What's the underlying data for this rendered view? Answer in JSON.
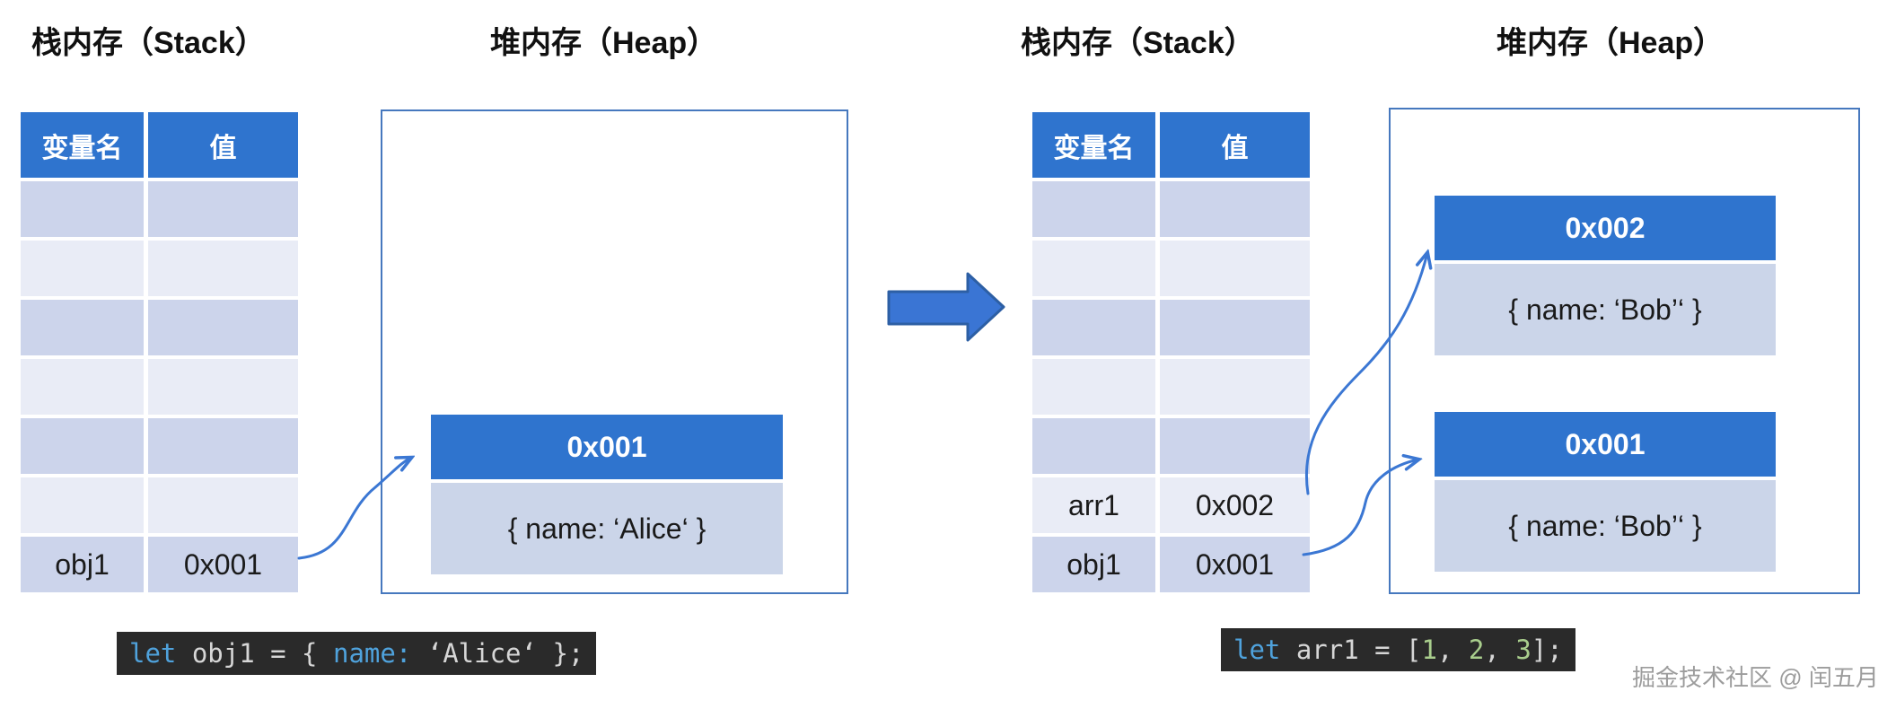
{
  "left_panel": {
    "stack_title": "栈内存（Stack）",
    "heap_title": "堆内存（Heap）",
    "stack_table": {
      "headers": [
        "变量名",
        "值"
      ],
      "rows": [
        {
          "name": "",
          "value": ""
        },
        {
          "name": "",
          "value": ""
        },
        {
          "name": "",
          "value": ""
        },
        {
          "name": "",
          "value": ""
        },
        {
          "name": "",
          "value": ""
        },
        {
          "name": "",
          "value": ""
        },
        {
          "name": "obj1",
          "value": "0x001"
        }
      ]
    },
    "heap_blocks": [
      {
        "address": "0x001",
        "content": "{ name: ‘Alice‘ }"
      }
    ],
    "code": {
      "text": "let obj1 = { name: ‘Alice‘ };",
      "tokens": [
        {
          "text": "let ",
          "color": "#4FA2DC"
        },
        {
          "text": "obj1 = { ",
          "color": "#D6D6D6"
        },
        {
          "text": "name: ",
          "color": "#4FA2DC"
        },
        {
          "text": "‘Alice‘ ",
          "color": "#D6D6D6"
        },
        {
          "text": "};",
          "color": "#D6D6D6"
        }
      ]
    }
  },
  "right_panel": {
    "stack_title": "栈内存（Stack）",
    "heap_title": "堆内存（Heap）",
    "stack_table": {
      "headers": [
        "变量名",
        "值"
      ],
      "rows": [
        {
          "name": "",
          "value": ""
        },
        {
          "name": "",
          "value": ""
        },
        {
          "name": "",
          "value": ""
        },
        {
          "name": "",
          "value": ""
        },
        {
          "name": "",
          "value": ""
        },
        {
          "name": "arr1",
          "value": "0x002"
        },
        {
          "name": "obj1",
          "value": "0x001"
        }
      ]
    },
    "heap_blocks": [
      {
        "address": "0x002",
        "content": "{ name: ‘Bob’‘ }"
      },
      {
        "address": "0x001",
        "content": "{ name: ‘Bob’‘ }"
      }
    ],
    "code": {
      "text": "let arr1 = [1, 2, 3];",
      "tokens": [
        {
          "text": "let ",
          "color": "#4FA2DC"
        },
        {
          "text": "arr1 = [",
          "color": "#D6D6D6"
        },
        {
          "text": "1",
          "color": "#A9CE8D"
        },
        {
          "text": ", ",
          "color": "#D6D6D6"
        },
        {
          "text": "2",
          "color": "#A9CE8D"
        },
        {
          "text": ", ",
          "color": "#D6D6D6"
        },
        {
          "text": "3",
          "color": "#A9CE8D"
        },
        {
          "text": "];",
          "color": "#D6D6D6"
        }
      ]
    }
  },
  "watermark": "掘金技术社区 @ 闰五月",
  "colors": {
    "header_blue": "#2F74CE",
    "row_dark": "#CCD4EB",
    "row_light": "#E9ECF6",
    "block_body": "#CBD5E9",
    "heap_border": "#4678BE",
    "arrow_blue": "#3B77D3",
    "big_arrow_fill": "#3A75D4",
    "big_arrow_stroke": "#2D5FA4",
    "code_bg": "#2A2A2A"
  }
}
